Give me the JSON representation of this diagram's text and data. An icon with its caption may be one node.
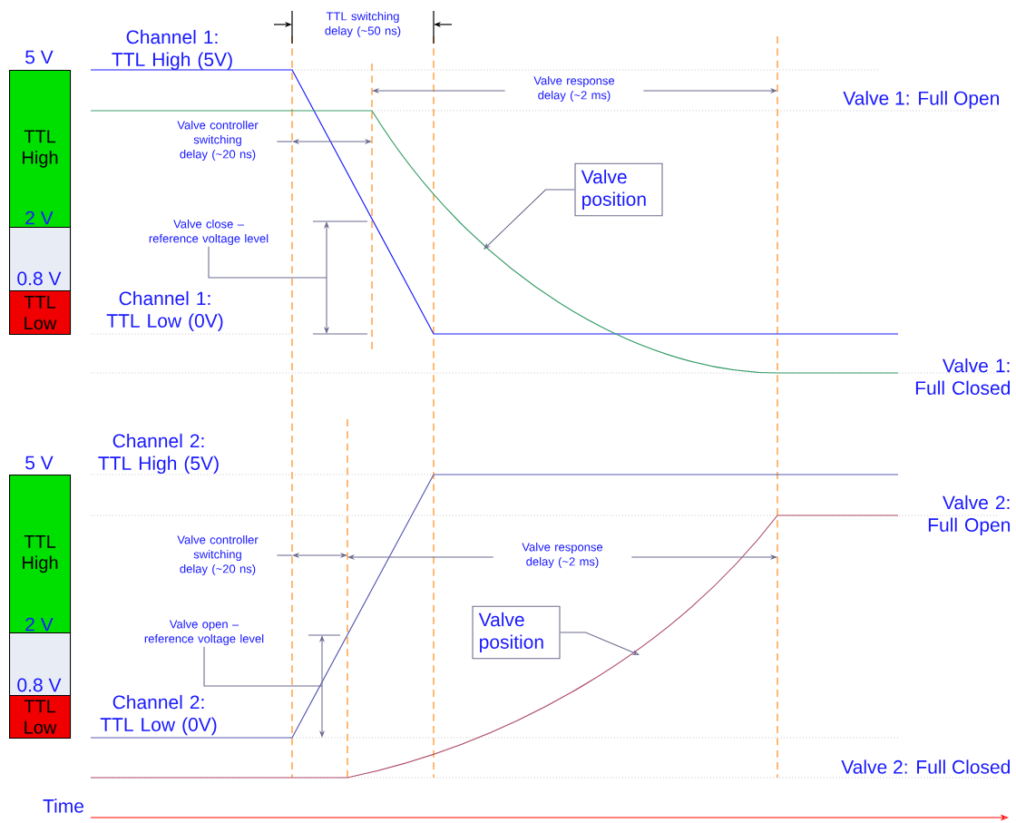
{
  "diagram": {
    "nodes": [
      {
        "text": [
          "TTL High"
        ]
      },
      {
        "text": [],
        "shape": "box"
      },
      {
        "text": [
          "TTL Low"
        ]
      },
      {
        "text": [
          "Valve close – reference voltage level"
        ]
      },
      {
        "text": [
          "Valve position"
        ]
      },
      {
        "text": [
          "TTL High"
        ]
      },
      {
        "text": [],
        "shape": "box"
      },
      {
        "text": [
          "TTL Low"
        ]
      },
      {
        "text": [
          "Valve open – reference voltage level"
        ]
      },
      {
        "text": [
          "Valve position"
        ]
      }
    ],
    "edges": [
      {
        "from": 3,
        "to": null,
        "arrow": "none"
      },
      {
        "from": 4,
        "to": null,
        "arrow": "to"
      },
      {
        "from": 8,
        "to": null,
        "arrow": "none"
      },
      {
        "from": 9,
        "to": null,
        "arrow": "to"
      }
    ],
    "labels": [
      "5 V",
      "Channel 1: TTL High (5V)",
      "TTL switching delay (~50 ns)",
      "2 V",
      "Valve controller switching delay (~20 ns)",
      "Valve response delay (~2 ms)",
      "Valve 1: Full Open",
      "0.8 V",
      "Channel 1: TTL Low (0V)",
      "Valve 1: Full Closed",
      "5 V",
      "Channel 2: TTL High (5V)",
      "Valve 2: Full Open",
      "2 V",
      "Valve controller switching delay (~20 ns)",
      "Valve response delay (~2 ms)",
      "0.8 V",
      "Channel 2: TTL Low (0V)",
      "Valve 2: Full Closed",
      "Time"
    ]
  }
}
